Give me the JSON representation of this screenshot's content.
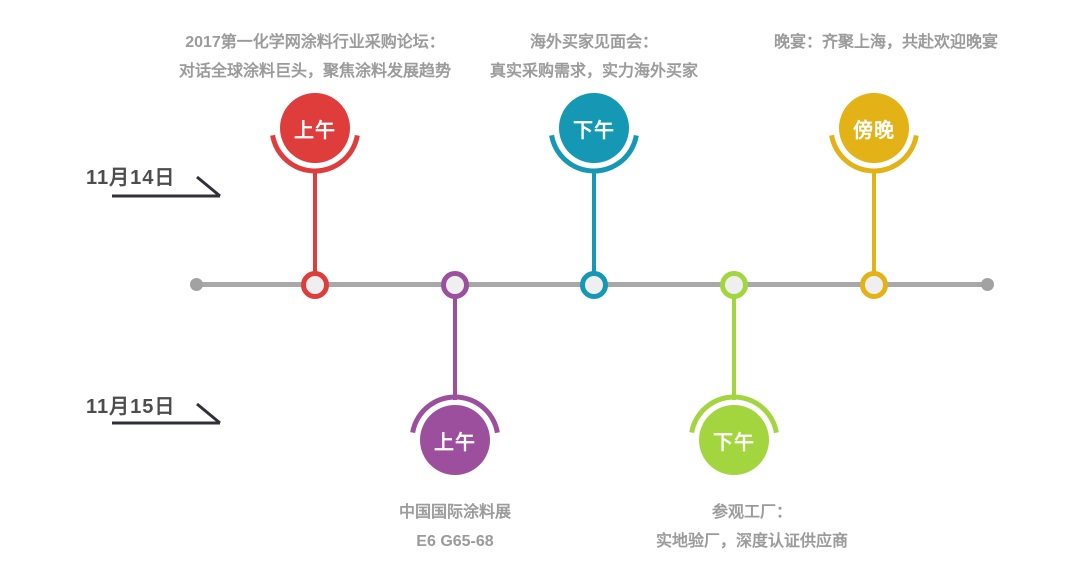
{
  "page": {
    "background": "#ffffff"
  },
  "timeline": {
    "bar_color": "#a8a8a8",
    "node_fill": "#efefef",
    "dates": [
      {
        "label": "11月14日"
      },
      {
        "label": "11月15日"
      }
    ],
    "events": [
      {
        "time": "上午",
        "color": "#df3c3c",
        "side": "top",
        "title": "2017第一化学网涂料行业采购论坛：",
        "subtitle": "对话全球涂料巨头，聚焦涂料发展趋势"
      },
      {
        "time": "上午",
        "color": "#9c4f9c",
        "side": "bottom",
        "title": "中国国际涂料展",
        "subtitle": "E6 G65-68"
      },
      {
        "time": "下午",
        "color": "#1498b4",
        "side": "top",
        "title": "海外买家见面会：",
        "subtitle": "真实采购需求，实力海外买家"
      },
      {
        "time": "下午",
        "color": "#a3d53e",
        "side": "bottom",
        "title": "参观工厂：",
        "subtitle": "实地验厂，深度认证供应商"
      },
      {
        "time": "傍晚",
        "color": "#e3b216",
        "side": "top",
        "title": "晚宴：齐聚上海，共赴欢迎晚宴",
        "subtitle": ""
      }
    ]
  }
}
